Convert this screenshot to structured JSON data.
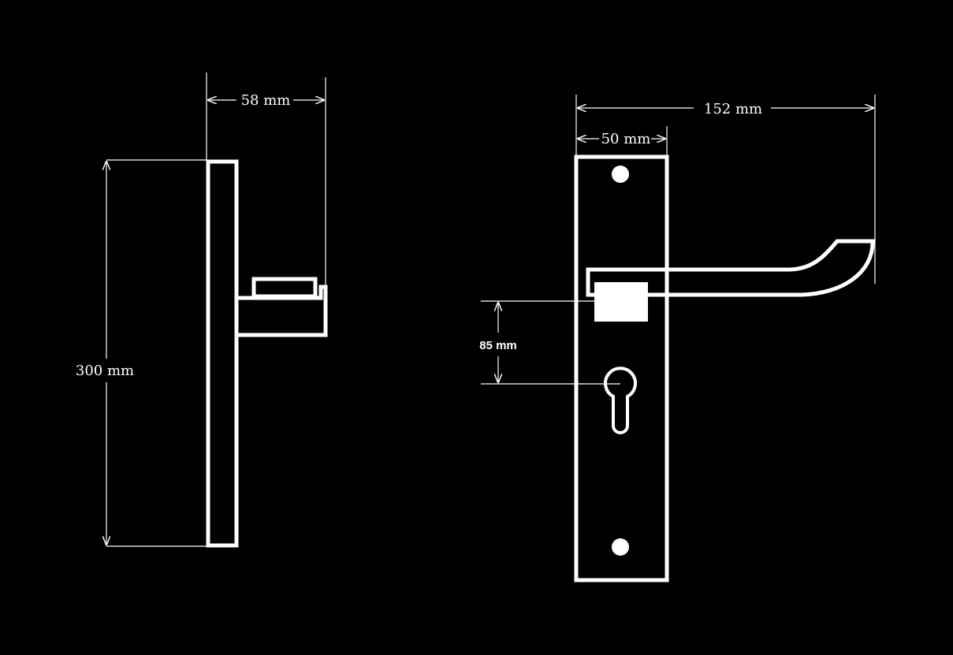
{
  "colors": {
    "background": "#000000",
    "lines": "#ffffff"
  },
  "side_view": {
    "height_label": "300 mm",
    "depth_label": "58 mm"
  },
  "front_view": {
    "total_width_label": "152 mm",
    "plate_width_label": "50 mm",
    "center_distance_label": "85 mm"
  }
}
